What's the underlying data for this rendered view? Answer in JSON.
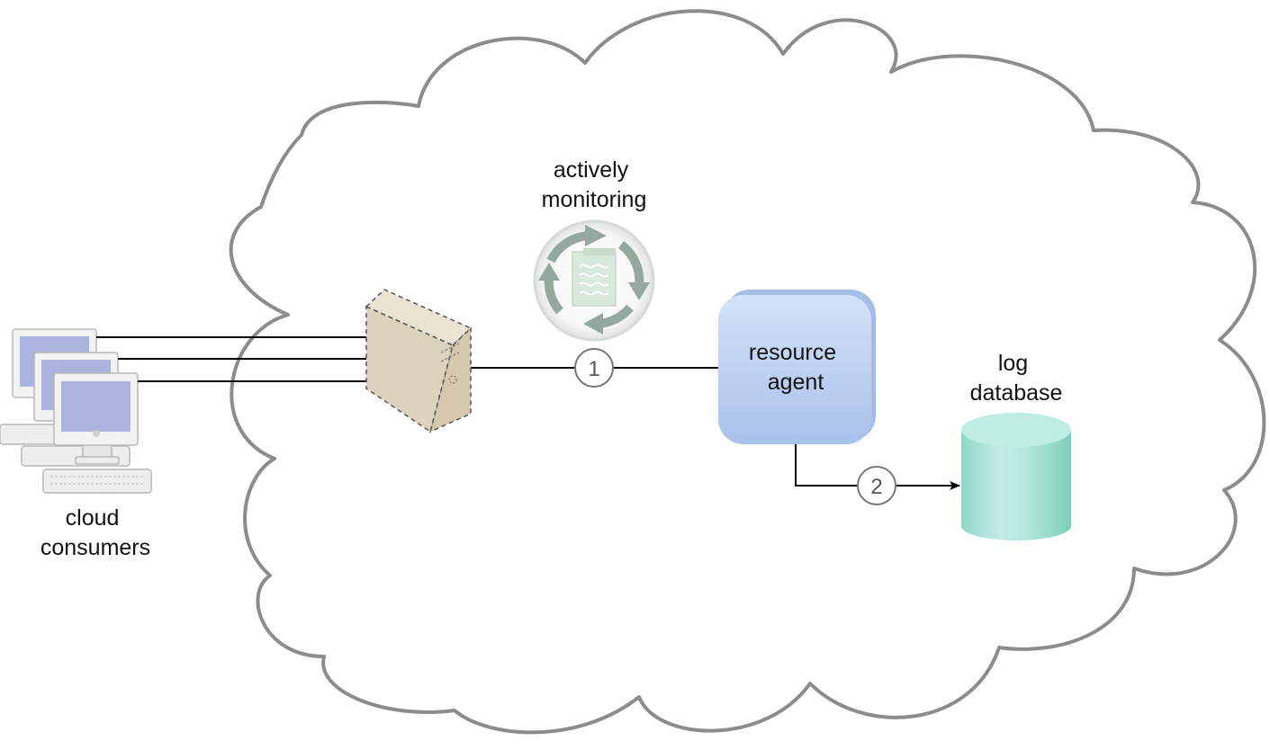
{
  "labels": {
    "monitoring_line1": "actively",
    "monitoring_line2": "monitoring",
    "agent_line1": "resource",
    "agent_line2": "agent",
    "db_line1": "log",
    "db_line2": "database",
    "consumers_line1": "cloud",
    "consumers_line2": "consumers"
  },
  "steps": [
    "1",
    "2"
  ],
  "colors": {
    "cloud_stroke": "#8c8c8c",
    "server_fill": "#ddd2bd",
    "agent_fill": "#b7cef2",
    "database_fill": "#9fdfd0",
    "monitor_icon": "#94a89e",
    "arrow": "#000000"
  }
}
